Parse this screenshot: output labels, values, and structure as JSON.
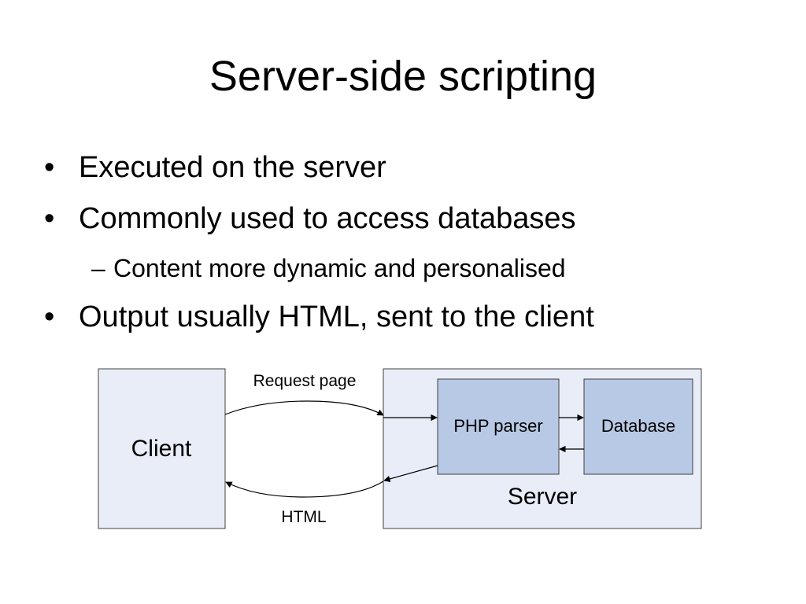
{
  "slide": {
    "title": "Server-side scripting",
    "bullets": [
      {
        "marker": "•",
        "text": "Executed on the server"
      },
      {
        "marker": "•",
        "text": "Commonly used to access databases"
      },
      {
        "marker": "–",
        "text": "Content more dynamic and personalised",
        "level": 2
      },
      {
        "marker": "•",
        "text": "Output usually HTML, sent to the client"
      }
    ]
  },
  "diagram": {
    "client_label": "Client",
    "server_label": "Server",
    "php_parser_label": "PHP parser",
    "database_label": "Database",
    "request_label": "Request page",
    "response_label": "HTML",
    "colors": {
      "panel_fill": "#e8edf7",
      "box_fill": "#b8c9e5",
      "border": "#404040"
    }
  }
}
